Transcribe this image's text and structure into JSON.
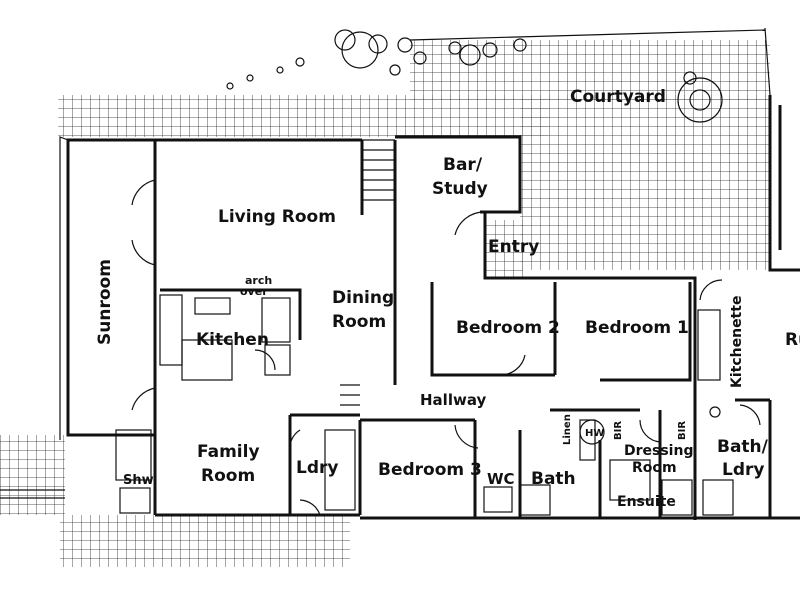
{
  "rooms": {
    "courtyard": "Courtyard",
    "bar_study_1": "Bar/",
    "bar_study_2": "Study",
    "living_room": "Living Room",
    "entry": "Entry",
    "sunroom": "Sunroom",
    "arch_over_1": "arch",
    "arch_over_2": "over",
    "kitchen": "Kitchen",
    "dining_1": "Dining",
    "dining_2": "Room",
    "bedroom_2": "Bedroom 2",
    "bedroom_1": "Bedroom 1",
    "kitchenette": "Kitchenette",
    "hallway": "Hallway",
    "family_1": "Family",
    "family_2": "Room",
    "ldry": "Ldry",
    "bedroom_3": "Bedroom 3",
    "wc": "WC",
    "bath": "Bath",
    "linen": "Linen",
    "hw": "HW",
    "bir_1": "BIR",
    "bir_2": "BIR",
    "dressing_1": "Dressing",
    "dressing_2": "Room",
    "ensuite": "Ensuite",
    "bath_ldry_1": "Bath/",
    "bath_ldry_2": "Ldry",
    "shw": "Shw",
    "partial_room": "Ru"
  },
  "colors": {
    "ink": "#111111",
    "paper": "#ffffff"
  }
}
